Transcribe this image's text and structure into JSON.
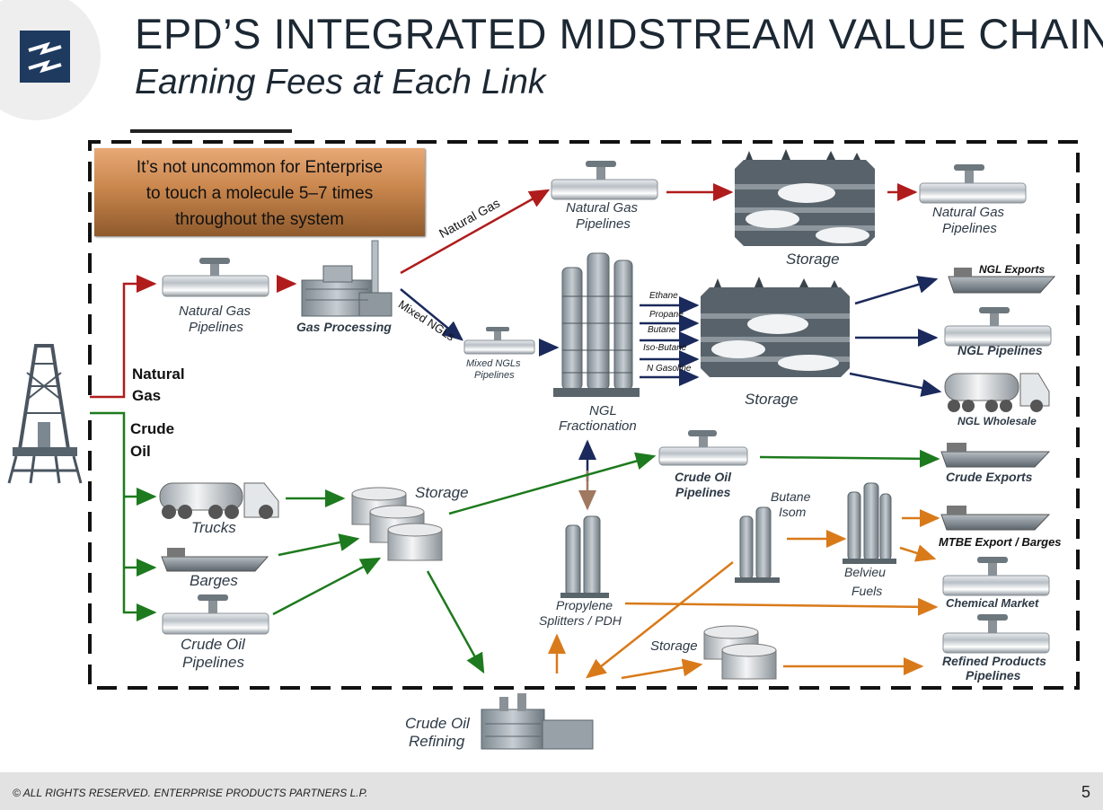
{
  "title": "EPD’S INTEGRATED MIDSTREAM VALUE CHAIN",
  "subtitle": "Earning Fees at Each Link",
  "callout": {
    "line1": "It’s not uncommon for Enterprise",
    "line2": "to touch a molecule 5–7 times",
    "line3": "throughout the system"
  },
  "labels": {
    "natural_gas_src_1": "Natural",
    "natural_gas_src_2": "Gas",
    "crude_oil_src_1": "Crude",
    "crude_oil_src_2": "Oil",
    "ng_pipelines_1_a": "Natural Gas",
    "ng_pipelines_1_b": "Pipelines",
    "gas_processing": "Gas Processing",
    "natural_gas_flow": "Natural Gas",
    "mixed_ngls_flow": "Mixed NGLs",
    "ng_pipelines_2_a": "Natural Gas",
    "ng_pipelines_2_b": "Pipelines",
    "storage_gas": "Storage",
    "ng_pipelines_3_a": "Natural Gas",
    "ng_pipelines_3_b": "Pipelines",
    "mixed_ngl_pipelines_a": "Mixed NGLs",
    "mixed_ngl_pipelines_b": "Pipelines",
    "ngl_fractionation_a": "NGL",
    "ngl_fractionation_b": "Fractionation",
    "ethane": "Ethane",
    "propane": "Propane",
    "butane": "Butane",
    "iso_butane": "Iso-Butane",
    "n_gasoline": "N Gasoline",
    "storage_ngl": "Storage",
    "ngl_exports": "NGL Exports",
    "ngl_pipelines": "NGL Pipelines",
    "ngl_wholesale": "NGL Wholesale",
    "crude_oil_pipelines_mid_a": "Crude Oil",
    "crude_oil_pipelines_mid_b": "Pipelines",
    "crude_exports": "Crude Exports",
    "trucks": "Trucks",
    "barges": "Barges",
    "crude_oil_pipelines_left_a": "Crude Oil",
    "crude_oil_pipelines_left_b": "Pipelines",
    "storage_crude": "Storage",
    "butane_isom_a": "Butane",
    "butane_isom_b": "Isom",
    "belvieu_fuels_a": "Belvieu",
    "belvieu_fuels_b": "Fuels",
    "mtbe_export": "MTBE Export / Barges",
    "chemical_market": "Chemical Market",
    "propylene_a": "Propylene",
    "propylene_b": "Splitters / PDH",
    "storage_refined": "Storage",
    "refined_products_a": "Refined Products",
    "refined_products_b": "Pipelines",
    "crude_oil_refining_a": "Crude Oil",
    "crude_oil_refining_b": "Refining"
  },
  "footer": {
    "copyright": "© ALL RIGHTS RESERVED. ENTERPRISE PRODUCTS PARTNERS L.P.",
    "page_number": "5"
  },
  "colors": {
    "natural_gas_arrow": "#b01c1c",
    "crude_arrow": "#1e7a1e",
    "ngl_arrow": "#1b2a5c",
    "refined_arrow": "#d97a1a",
    "logo_blue": "#1e3a5f"
  }
}
